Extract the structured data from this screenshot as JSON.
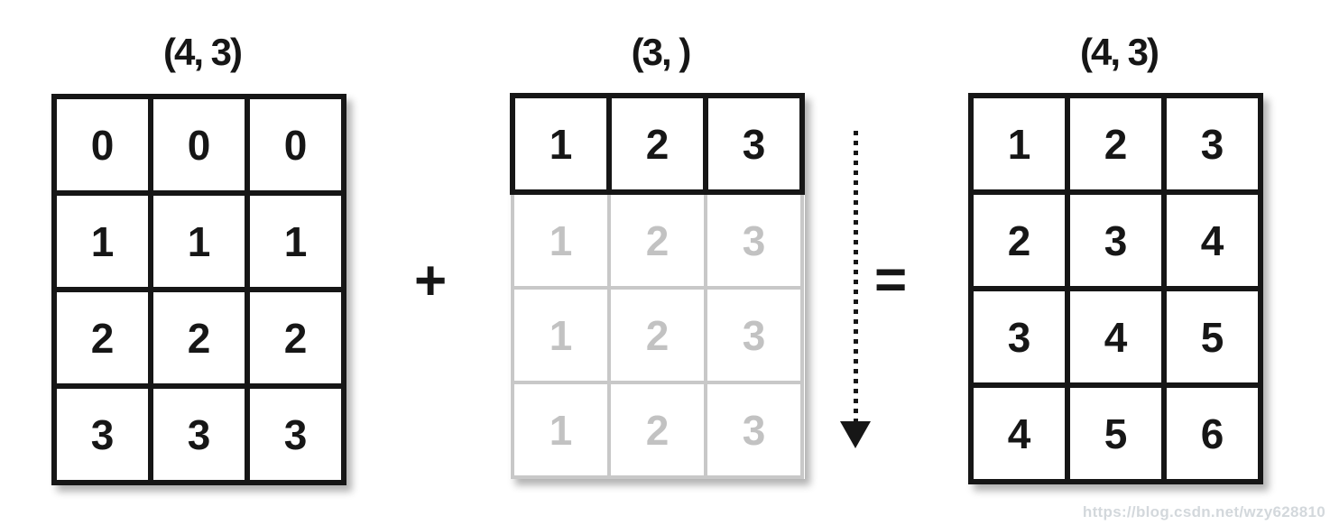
{
  "operators": {
    "plus": "+",
    "equals": "="
  },
  "matrices": {
    "left": {
      "shape": "(4, 3)",
      "rows": [
        [
          "0",
          "0",
          "0"
        ],
        [
          "1",
          "1",
          "1"
        ],
        [
          "2",
          "2",
          "2"
        ],
        [
          "3",
          "3",
          "3"
        ]
      ]
    },
    "middle": {
      "shape": "(3, )",
      "solid_row": [
        "1",
        "2",
        "3"
      ],
      "ghost_rows": [
        [
          "1",
          "2",
          "3"
        ],
        [
          "1",
          "2",
          "3"
        ],
        [
          "1",
          "2",
          "3"
        ]
      ]
    },
    "result": {
      "shape": "(4, 3)",
      "rows": [
        [
          "1",
          "2",
          "3"
        ],
        [
          "2",
          "3",
          "4"
        ],
        [
          "3",
          "4",
          "5"
        ],
        [
          "4",
          "5",
          "6"
        ]
      ]
    }
  },
  "arrow": {
    "direction": "down",
    "style": "dotted"
  },
  "watermark": "https://blog.csdn.net/wzy628810",
  "colors": {
    "ink": "#161616",
    "ghost-line": "#c8c8c8",
    "ghost-text": "#c2c2c2",
    "watermark": "#d3d8dc",
    "background": "#ffffff"
  }
}
